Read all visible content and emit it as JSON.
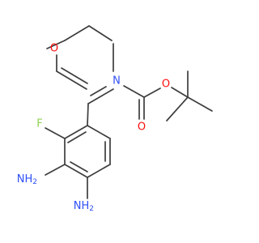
{
  "molecule": {
    "atoms": {
      "O_ring": "O",
      "N_ring": "N",
      "O_carbonyl": "O",
      "O_ester": "O",
      "F": "F",
      "NH2_a": "NH",
      "NH2_a_sub": "2",
      "NH2_b": "NH",
      "NH2_b_sub": "2"
    },
    "colors": {
      "bond": "#3d3d3d",
      "oxygen": "#ff0d0d",
      "nitrogen": "#3050f8",
      "fluorine": "#8fd14f"
    }
  }
}
